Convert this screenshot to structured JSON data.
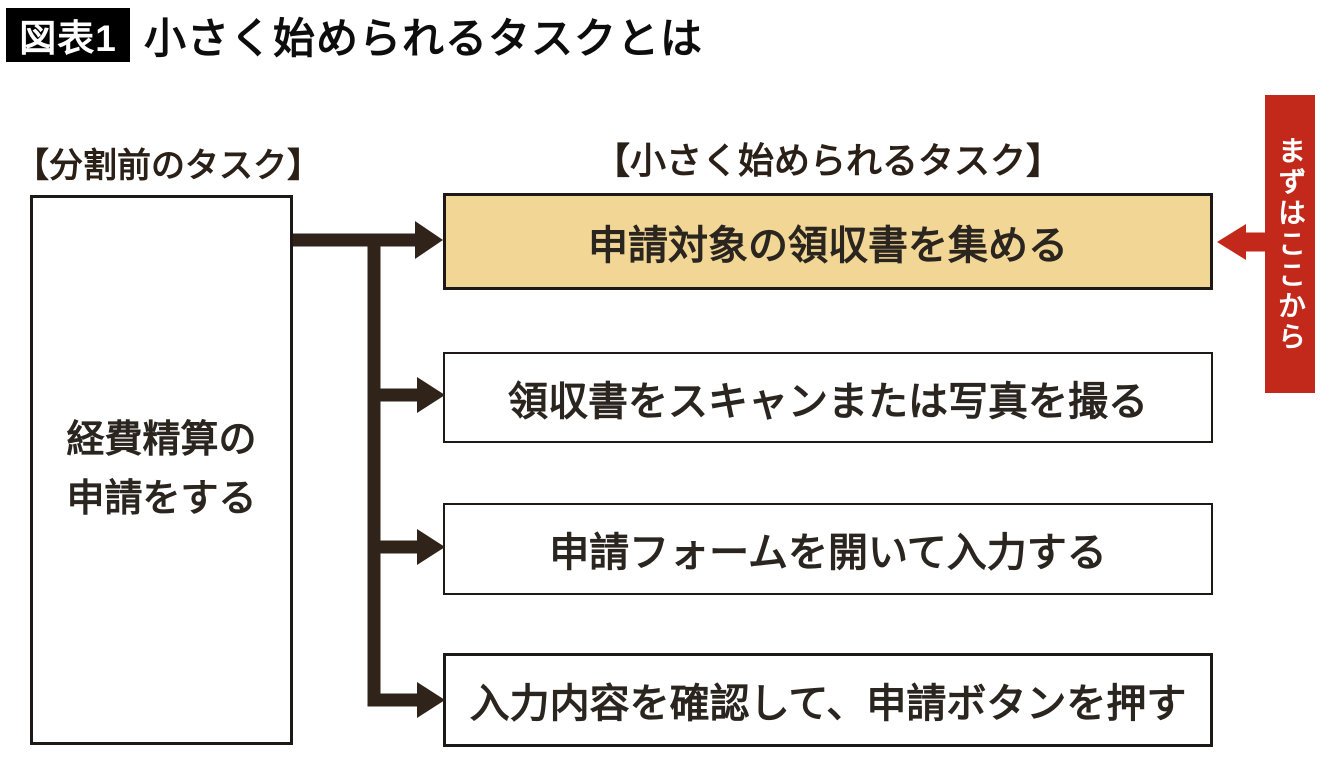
{
  "title": {
    "badge": "図表1",
    "text": "小さく始められるタスクとは"
  },
  "before": {
    "label": "【分割前のタスク】",
    "task": "経費精算の\n申請をする"
  },
  "after": {
    "label": "【小さく始められるタスク】",
    "tasks": [
      {
        "label": "申請対象の領収書を集める",
        "highlighted": true
      },
      {
        "label": "領収書をスキャンまたは写真を撮る",
        "highlighted": false
      },
      {
        "label": "申請フォームを開いて入力する",
        "highlighted": false
      },
      {
        "label": "入力内容を確認して、申請ボタンを押す",
        "highlighted": false
      }
    ]
  },
  "callout": {
    "text": "まずはここから"
  },
  "colors": {
    "highlight_fill": "#F2D695",
    "box_border": "#1C1917",
    "arrow": "#30241A",
    "accent_red": "#C2291B",
    "badge_bg": "#000000",
    "badge_text": "#FFFFFF"
  }
}
